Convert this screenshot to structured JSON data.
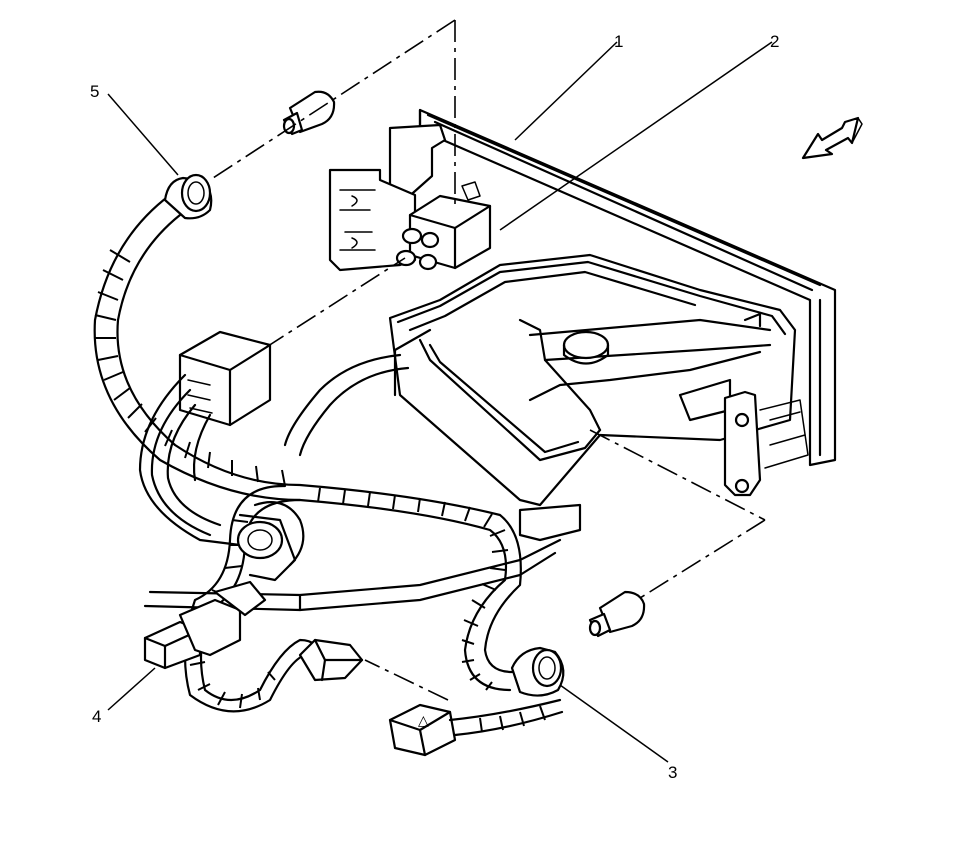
{
  "callouts": [
    {
      "id": "1",
      "label": "1"
    },
    {
      "id": "2",
      "label": "2"
    },
    {
      "id": "3",
      "label": "3"
    },
    {
      "id": "4",
      "label": "4"
    },
    {
      "id": "5",
      "label": "5"
    }
  ],
  "connector_symbol": "△",
  "icons": [
    "direction-arrow-icon"
  ]
}
